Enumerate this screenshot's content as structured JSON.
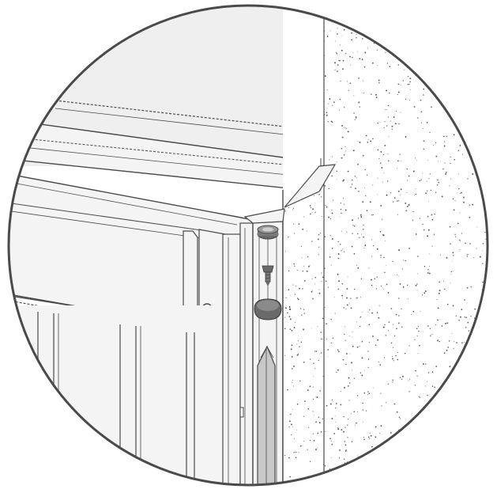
{
  "illustration": {
    "components": [
      "window-frame",
      "top-rail",
      "roller-blind-cassette",
      "side-guide-rail",
      "end-cap",
      "screw",
      "dome-cap",
      "screwdriver",
      "plaster-wall"
    ]
  },
  "colors": {
    "outline": "#4a4a4a",
    "frame_fill": "#f3f4f3",
    "glass_fill": "#eeefee",
    "wall_fill": "#ffffff",
    "speckle": "#5a5a5a",
    "tool_fill": "#c8c8c8",
    "part_fill": "#6a6a6a",
    "background": "#ffffff"
  }
}
